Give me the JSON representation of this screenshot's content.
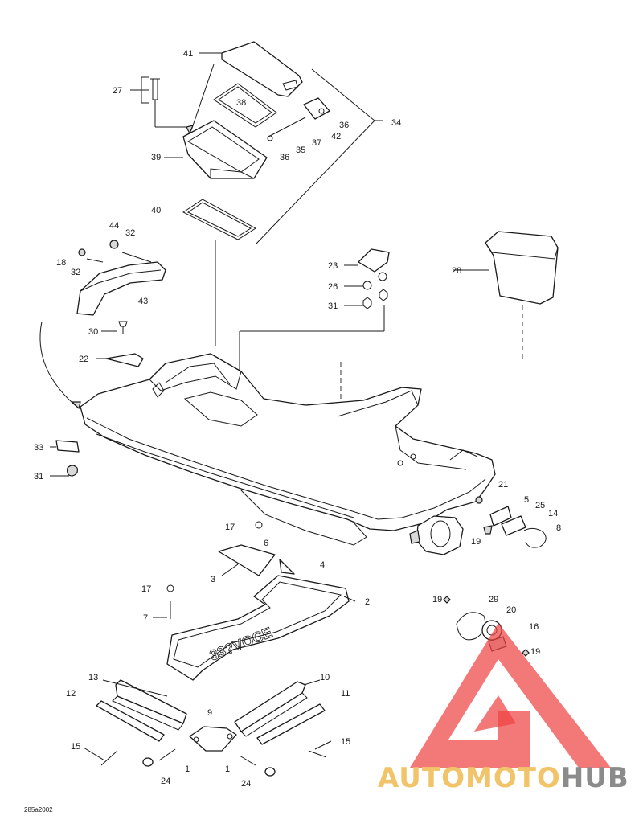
{
  "drawing_code": "285a2002",
  "logo": {
    "auto": "AUTO",
    "moto": "MOTO",
    "hub": "HUB"
  },
  "colors": {
    "line": "#1a1a1a",
    "logo_red": "#ee4444",
    "logo_gold": "#f2c46a",
    "logo_grey": "#8b8b8b"
  },
  "labels": {
    "l41": "41",
    "l27": "27",
    "l38": "38",
    "l36a": "36",
    "l34": "34",
    "l42": "42",
    "l37": "37",
    "l35": "35",
    "l36b": "36",
    "l39": "39",
    "l40": "40",
    "l44": "44",
    "l32a": "32",
    "l18": "18",
    "l32b": "32",
    "l43": "43",
    "l23": "23",
    "l26": "26",
    "l31a": "31",
    "l28": "28",
    "l30": "30",
    "l22": "22",
    "l33": "33",
    "l31b": "31",
    "l21": "21",
    "l5": "5",
    "l25": "25",
    "l14": "14",
    "l8": "8",
    "l19a": "19",
    "l17a": "17",
    "l6": "6",
    "l4": "4",
    "l3": "3",
    "l17b": "17",
    "l2": "2",
    "l7": "7",
    "l19b": "19",
    "l29": "29",
    "l20": "20",
    "l16": "16",
    "l19c": "19",
    "l13": "13",
    "l10": "10",
    "l12": "12",
    "l11": "11",
    "l9": "9",
    "l15a": "15",
    "l15b": "15",
    "l1a": "1",
    "l1b": "1",
    "l24a": "24",
    "l24b": "24"
  }
}
